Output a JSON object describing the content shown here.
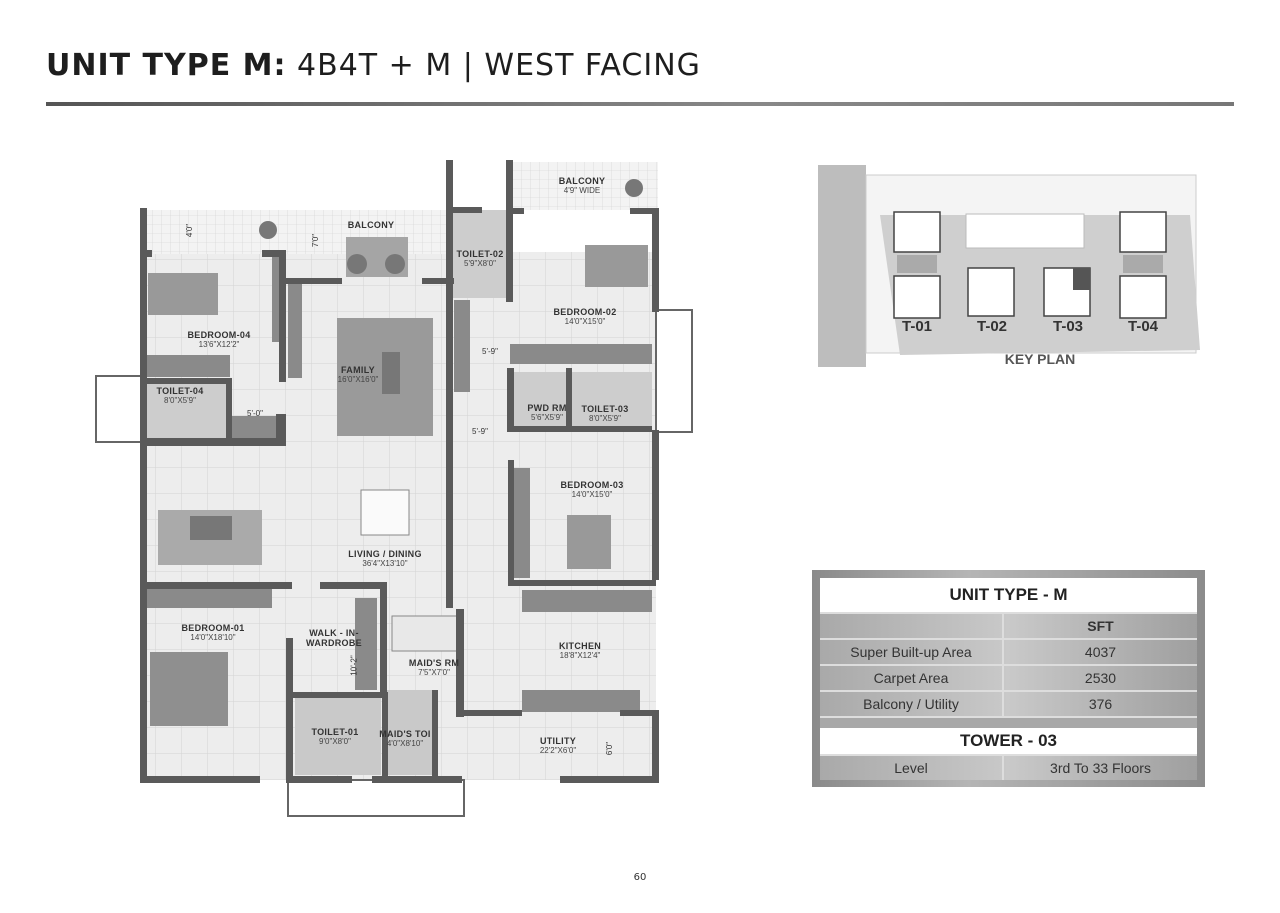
{
  "header": {
    "title_bold": "UNIT TYPE M:",
    "title_rest": " 4B4T + M | WEST FACING"
  },
  "floor_plan": {
    "rooms": [
      {
        "name": "BALCONY",
        "size": ""
      },
      {
        "name": "BALCONY",
        "size": "4'9\" WIDE"
      },
      {
        "name": "TOILET-02",
        "size": "5'9\"X8'0\""
      },
      {
        "name": "BEDROOM-02",
        "size": "14'0\"X15'0\""
      },
      {
        "name": "BEDROOM-04",
        "size": "13'6\"X12'2\""
      },
      {
        "name": "FAMILY",
        "size": "16'0\"X16'0\""
      },
      {
        "name": "TOILET-04",
        "size": "8'0\"X5'9\""
      },
      {
        "name": "PWD RM",
        "size": "5'6\"X5'9\""
      },
      {
        "name": "TOILET-03",
        "size": "8'0\"X5'9\""
      },
      {
        "name": "BEDROOM-03",
        "size": "14'0\"X15'0\""
      },
      {
        "name": "LIVING / DINING",
        "size": "36'4\"X13'10\""
      },
      {
        "name": "BEDROOM-01",
        "size": "14'0\"X18'10\""
      },
      {
        "name": "WALK - IN-",
        "size": ""
      },
      {
        "name": "WARDROBE",
        "size": ""
      },
      {
        "name": "KITCHEN",
        "size": "18'8\"X12'4\""
      },
      {
        "name": "MAID'S RM",
        "size": "7'5\"X7'0\""
      },
      {
        "name": "TOILET-01",
        "size": "9'0\"X8'0\""
      },
      {
        "name": "MAID'S TOI",
        "size": "4'0\"X8'10\""
      },
      {
        "name": "UTILITY",
        "size": "22'2\"X6'0\""
      }
    ],
    "dimensions": [
      "4'0\"",
      "7'0\"",
      "5'-9\"",
      "5'-0\"",
      "5'-9\"",
      "10'-2\"",
      "6'0\""
    ]
  },
  "key_plan": {
    "title": "KEY PLAN",
    "towers": [
      "T-01",
      "T-02",
      "T-03",
      "T-04"
    ],
    "highlight_tower": "T-03"
  },
  "area_table": {
    "title": "UNIT TYPE - M",
    "unit_header": "SFT",
    "rows": [
      {
        "label": "Super Built-up Area",
        "value": "4037"
      },
      {
        "label": "Carpet Area",
        "value": "2530"
      },
      {
        "label": "Balcony / Utility",
        "value": "376"
      }
    ],
    "tower_title": "TOWER - 03",
    "level_label": "Level",
    "level_value": "3rd To 33 Floors"
  },
  "footer": {
    "page_number": "60"
  },
  "colors": {
    "wall": "#5a5a5a",
    "floor": "#ececec",
    "highlight": "#555555"
  }
}
